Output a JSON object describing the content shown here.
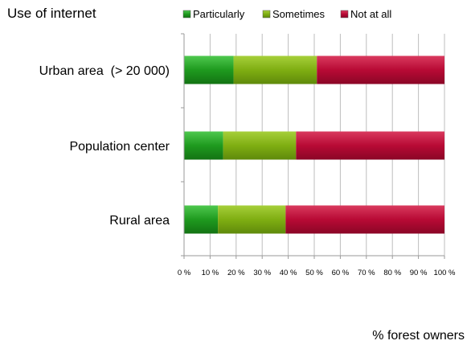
{
  "chart_data": {
    "type": "bar",
    "stacked": true,
    "orientation": "horizontal",
    "percent_stacked": true,
    "title": "Use of internet",
    "xlabel": "% forest owners",
    "ylabel": "",
    "xlim": [
      0,
      100
    ],
    "x_ticks": [
      "0 %",
      "10 %",
      "20 %",
      "30 %",
      "40 %",
      "50 %",
      "60 %",
      "70 %",
      "80 %",
      "90 %",
      "100 %"
    ],
    "categories": [
      "Urban area  (> 20 000)",
      "Population center",
      "Rural area"
    ],
    "series": [
      {
        "name": "Particularly",
        "color": "#1f9a1f",
        "values": [
          19,
          15,
          13
        ]
      },
      {
        "name": "Sometimes",
        "color": "#7fae12",
        "values": [
          32,
          28,
          26
        ]
      },
      {
        "name": "Not at all",
        "color": "#b80a35",
        "values": [
          49,
          57,
          61
        ]
      }
    ],
    "grid": true,
    "legend_placement": "top"
  }
}
